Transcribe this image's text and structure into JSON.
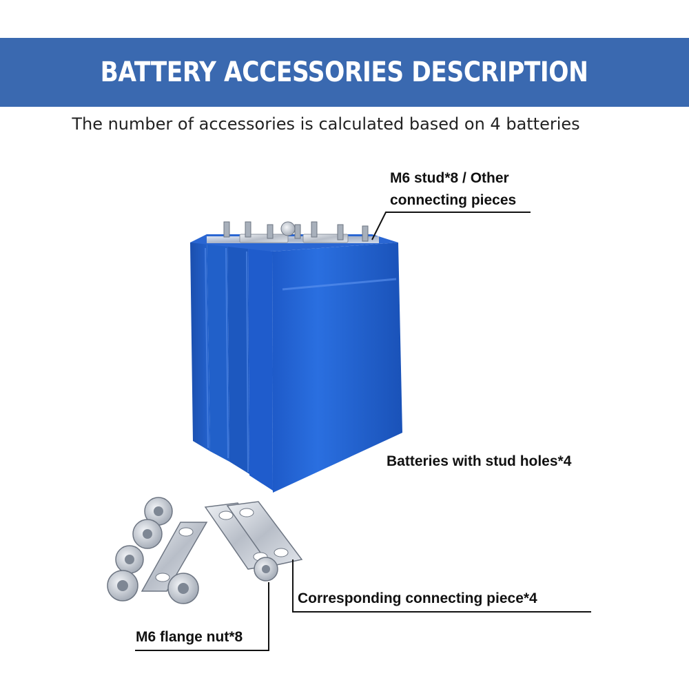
{
  "header": {
    "title": "BATTERY ACCESSORIES DESCRIPTION",
    "subtitle": "The number of accessories is calculated based on 4 batteries"
  },
  "callouts": {
    "stud_line1": "M6 stud*8 / Other",
    "stud_line2": "connecting pieces",
    "batteries": "Batteries with stud holes*4",
    "connecting_piece": "Corresponding connecting piece*4",
    "flange_nut": "M6 flange nut*8"
  },
  "colors": {
    "banner": "#3a69b0",
    "battery_blue": "#1f5fd0",
    "metal": "#c9ced6"
  }
}
